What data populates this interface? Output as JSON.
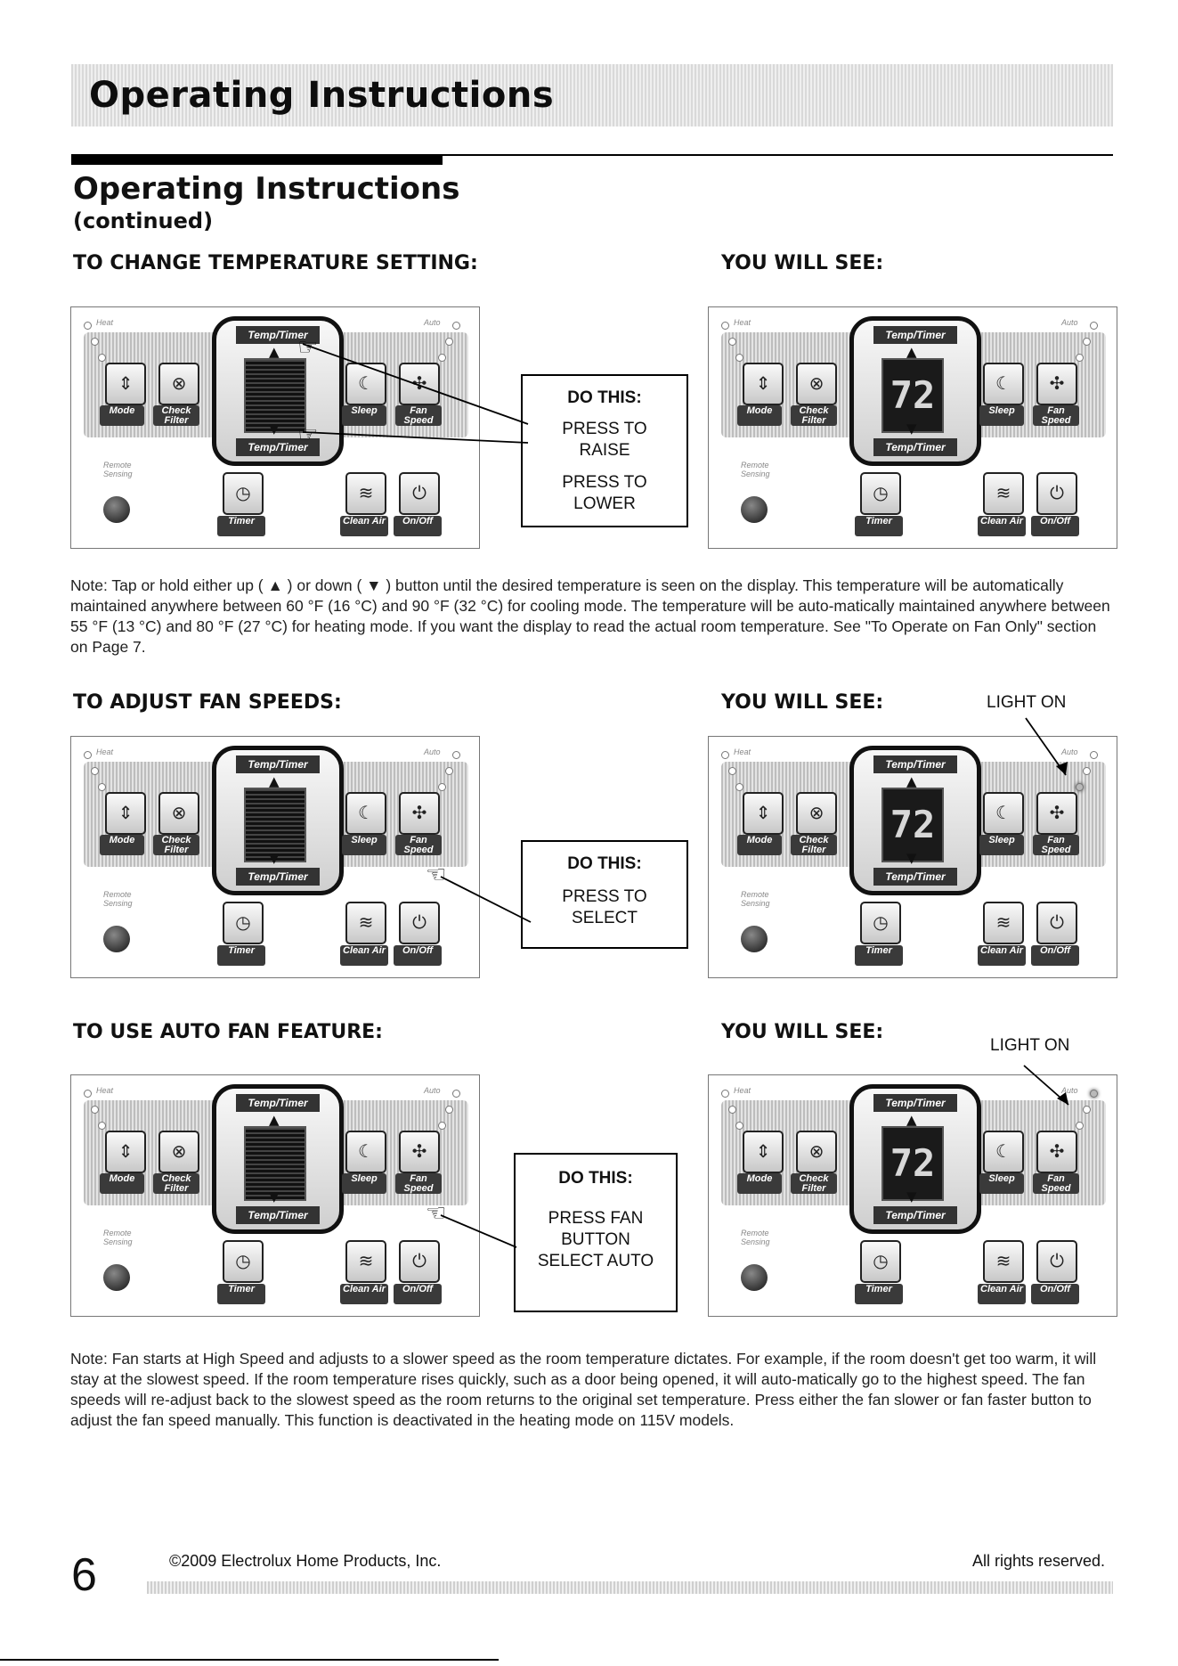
{
  "banner": {
    "title": "Operating Instructions"
  },
  "heading": {
    "title": "Operating Instructions",
    "subtitle": "(continued)"
  },
  "panel_labels": {
    "heat": "Heat",
    "auto": "Auto",
    "temp_timer": "Temp/Timer",
    "mode": "Mode",
    "check_filter": "Check Filter",
    "sleep": "Sleep",
    "fan_speed": "Fan Speed",
    "remote_sensing": "Remote Sensing",
    "timer": "Timer",
    "clean_air": "Clean Air",
    "on_off": "On/Off",
    "display_value": "72"
  },
  "section_temperature": {
    "heading": "TO CHANGE TEMPERATURE SETTING:",
    "you_will_see": "YOU WILL SEE:",
    "callout_title": "DO THIS:",
    "callout_lines": [
      "PRESS TO",
      "RAISE",
      "PRESS TO",
      "LOWER"
    ],
    "note": "Note: Tap or hold either up ( ▲ ) or down ( ▼ ) button until the desired temperature is seen on the display. This temperature will be automatically maintained anywhere between 60 °F (16 °C) and 90 °F (32 °C) for cooling mode. The temperature will be auto-matically maintained anywhere between 55 °F (13 °C) and 80 °F (27 °C) for heating mode. If you want the display to read the actual room temperature. See \"To Operate on Fan Only\" section on Page 7."
  },
  "section_fan_speeds": {
    "heading": "TO ADJUST FAN SPEEDS:",
    "you_will_see": "YOU WILL SEE:",
    "light_on": "LIGHT ON",
    "callout_title": "DO THIS:",
    "callout_lines": [
      "PRESS TO",
      "SELECT"
    ]
  },
  "section_auto_fan": {
    "heading": "TO USE AUTO FAN FEATURE:",
    "you_will_see": "YOU WILL SEE:",
    "light_on": "LIGHT ON",
    "callout_title": "DO THIS:",
    "callout_lines": [
      "PRESS FAN",
      "BUTTON",
      "SELECT AUTO"
    ],
    "note": "Note: Fan starts at High Speed and adjusts to a slower speed as the room temperature dictates. For example, if the room doesn't get too warm, it will stay at the slowest speed. If the room temperature rises quickly, such as a door being opened, it will auto-matically go to the highest speed. The fan speeds will re-adjust back to the slowest speed as the room returns to the original set temperature. Press either the fan slower or fan faster button to adjust the fan speed manually. This function is deactivated in the heating mode on 115V models."
  },
  "footer": {
    "page_number": "6",
    "copyright": "©2009 Electrolux Home Products, Inc.",
    "rights": "All rights reserved."
  }
}
